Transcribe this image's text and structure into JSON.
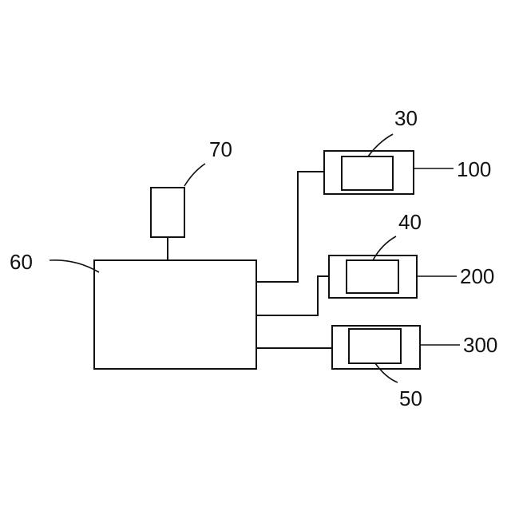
{
  "labels": {
    "ref_30": "30",
    "ref_40": "40",
    "ref_50": "50",
    "ref_60": "60",
    "ref_70": "70",
    "ref_100": "100",
    "ref_200": "200",
    "ref_300": "300"
  }
}
